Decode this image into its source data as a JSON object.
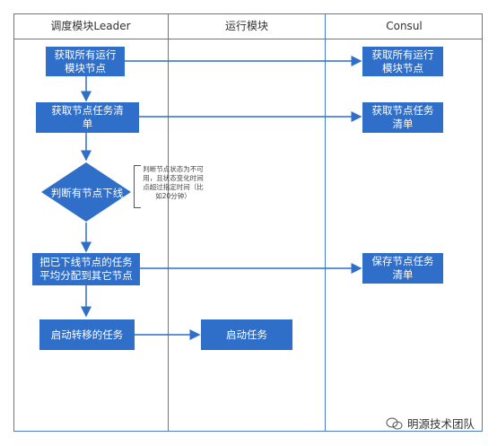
{
  "lanes": [
    {
      "label": "调度模块Leader"
    },
    {
      "label": "运行模块"
    },
    {
      "label": "Consul"
    }
  ],
  "nodes": {
    "get_nodes": "获取所有运行\n模块节点",
    "get_tasks": "获取节点任务清\n单",
    "judge": "判断有节点下线",
    "redistribute": "把已下线节点的任务\n平均分配到其它节点",
    "start_transfer": "启动转移的任务",
    "start_task": "启动任务",
    "consul_get_nodes": "获取所有运行\n模块节点",
    "consul_get_tasks": "获取节点任务\n清单",
    "consul_save_tasks": "保存节点任务\n清单"
  },
  "annotation": "判断节点状态为不可用，且状态变化时间点超过指定时间（比如20分钟）",
  "watermark": "明源技术团队",
  "colors": {
    "box": "#2f6fc9",
    "border": "#4a7bc0",
    "arrow": "#2f6fc9"
  }
}
